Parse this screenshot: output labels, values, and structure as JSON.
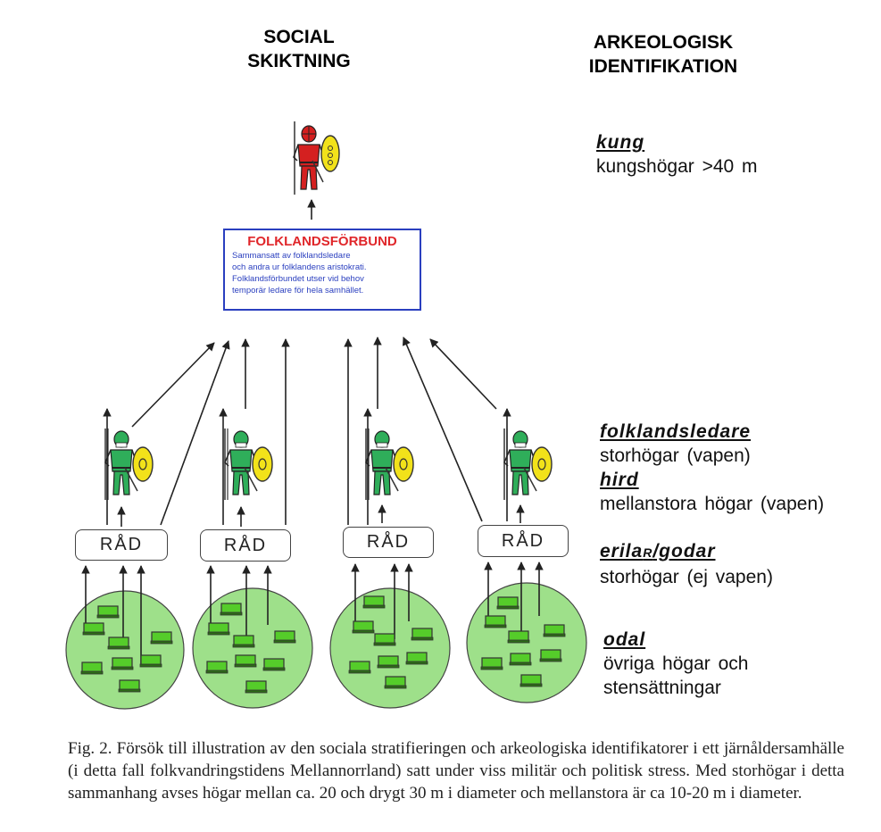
{
  "headings": {
    "social": [
      "SOCIAL",
      "SKIKTNING"
    ],
    "arch": [
      "ARKEOLOGISK",
      "IDENTIFIKATION"
    ]
  },
  "categories": {
    "kung": {
      "title": "kung",
      "desc": "kungshögar >40 m"
    },
    "folklandsledare": {
      "title": "folklandsledare",
      "desc": "storhögar (vapen)"
    },
    "hird": {
      "title": "hird",
      "desc": "mellanstora högar (vapen)"
    },
    "erilar": {
      "title_main": "erila",
      "title_small": "R",
      "title_rest": "/godar",
      "desc": "storhögar (ej vapen)"
    },
    "odal": {
      "title": "odal",
      "desc_line1": "övriga högar och",
      "desc_line2": "stensättningar"
    }
  },
  "federation_box": {
    "title": "FOLKLANDSFÖRBUND",
    "lines": [
      "Sammansatt av folklandsledare",
      "och andra ur folklandens aristokrati.",
      "Folklandsförbundet utser vid behov",
      "temporär ledare för hela samhället."
    ]
  },
  "council_label": "RÅD",
  "caption": "Fig. 2. Försök till illustration av den sociala stratifieringen och arkeologiska identifikatorer i ett järnåldersamhälle (i detta fall folkvandringstidens Mellannorrland) satt under viss militär och politisk stress. Med storhögar i detta sammanhang avses högar mellan ca. 20 och drygt 30 m i diameter och mellanstora är ca 10-20 m i diameter.",
  "colors": {
    "king_body": "#d42020",
    "warrior_body": "#2fae5a",
    "shield": "#f2e21a",
    "settlement_circle": "#9ee08a",
    "house": "#55cc2a",
    "box_border": "#2a3fbf",
    "box_title": "#e0262a"
  }
}
